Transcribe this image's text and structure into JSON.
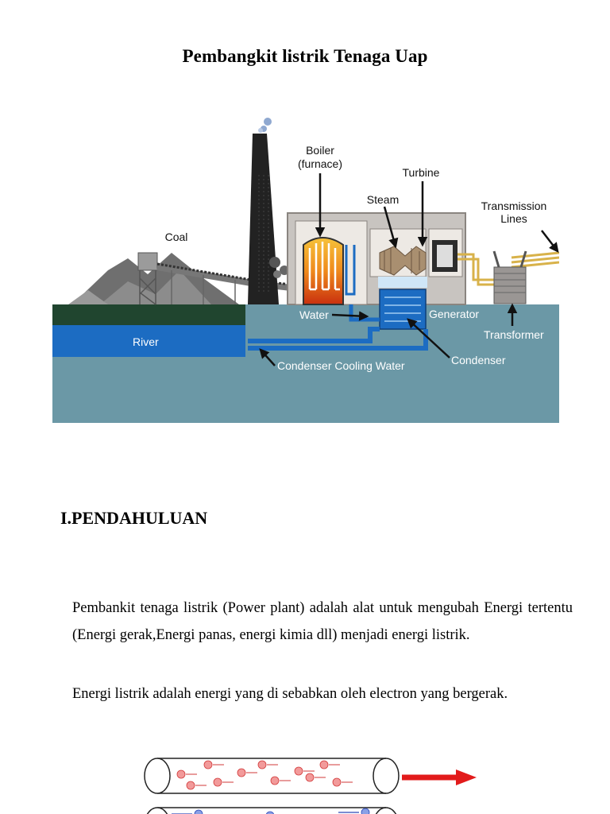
{
  "document": {
    "title": "Pembangkit listrik Tenaga Uap",
    "section_heading": "I.PENDAHULUAN",
    "paragraphs": [
      "Pembankit tenaga listrik (Power plant) adalah alat untuk mengubah Energi tertentu (Energi gerak,Energi panas, energi kimia dll) menjadi energi listrik.",
      "Energi listrik adalah energi yang di sebabkan oleh electron yang bergerak."
    ]
  },
  "diagram": {
    "labels": {
      "boiler": "Boiler",
      "furnace": "(furnace)",
      "turbine": "Turbine",
      "steam": "Steam",
      "transmission": "Transmission",
      "lines": "Lines",
      "coal": "Coal",
      "water": "Water",
      "generator": "Generator",
      "transformer": "Transformer",
      "river": "River",
      "condenser": "Condenser",
      "cooling_water": "Condenser Cooling Water"
    },
    "colors": {
      "ground": "#6b98a6",
      "river": "#1c6cc2",
      "grass": "#20452f",
      "building": "#c8c4c0",
      "stack": "#222222"
    }
  }
}
